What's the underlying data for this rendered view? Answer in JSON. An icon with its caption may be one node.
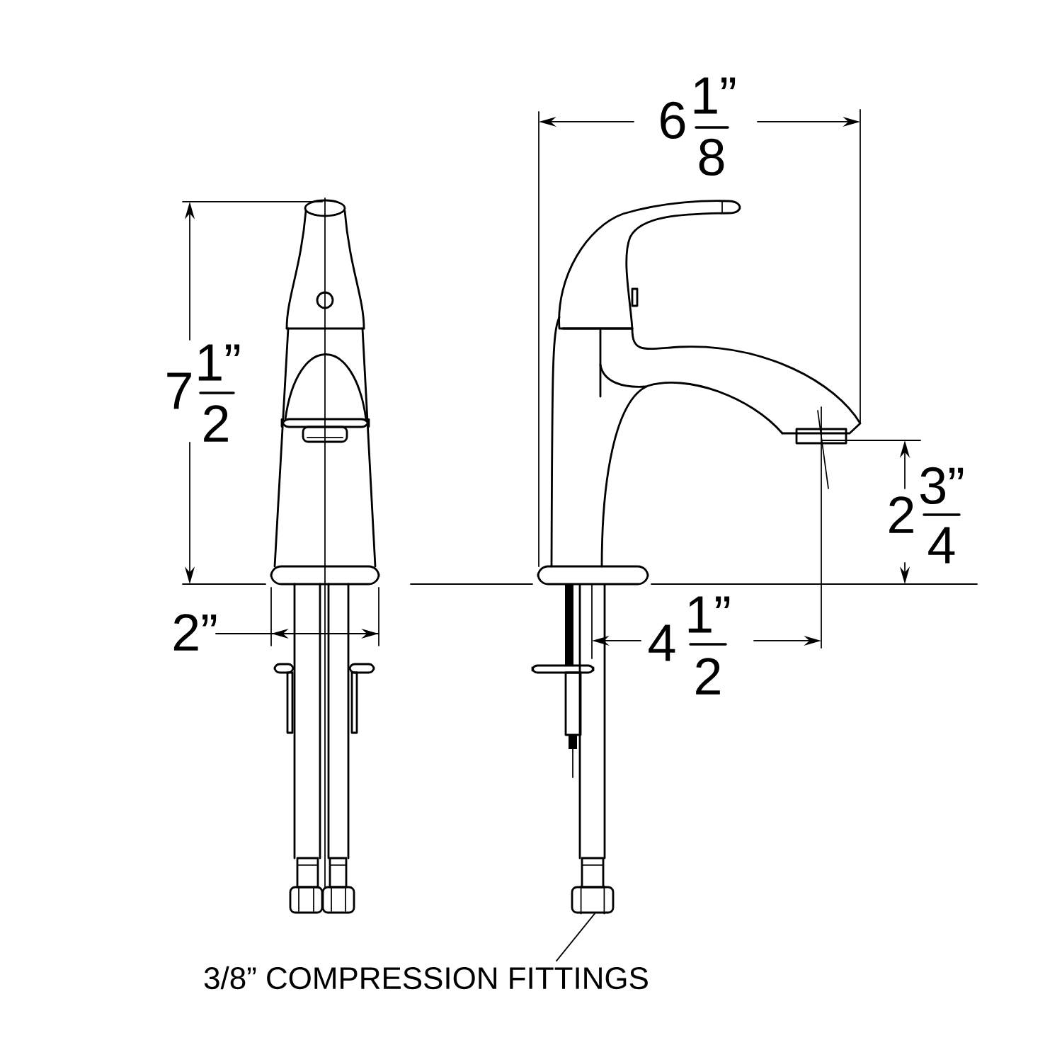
{
  "diagram": {
    "nodes": [
      {
        "text": [
          "3/8” COMPRESSION FITTINGS"
        ]
      },
      {
        "text": [],
        "shape": "box"
      }
    ],
    "edges": [
      {
        "from": 0,
        "to": 1,
        "arrow": "none"
      }
    ],
    "labels": [
      "6",
      "1”",
      "8",
      "7",
      "1”",
      "2",
      "2",
      "3”",
      "4",
      "2”",
      "4",
      "1”",
      "2"
    ]
  }
}
